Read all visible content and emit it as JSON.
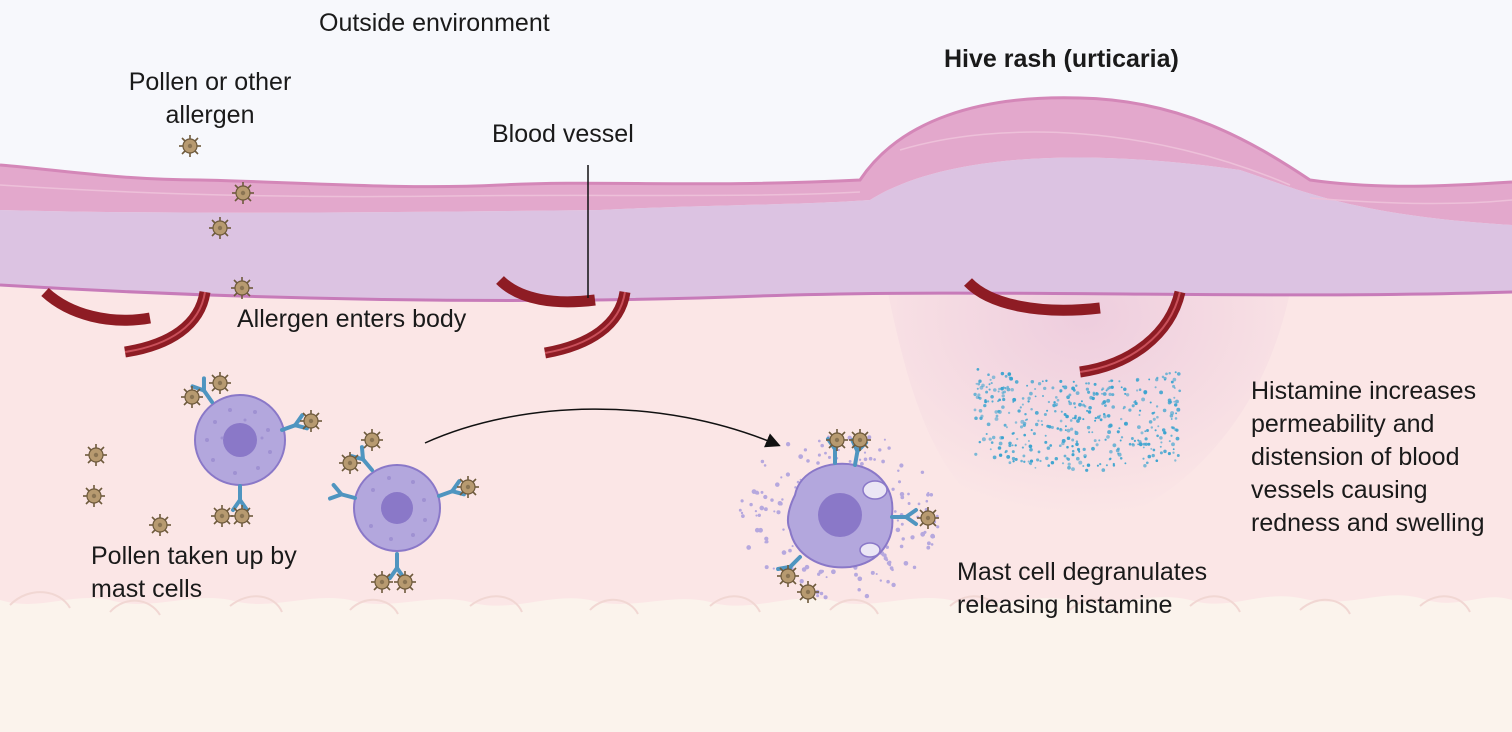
{
  "labels": {
    "outside_environment": "Outside environment",
    "pollen_allergen": [
      "Pollen or other",
      "allergen"
    ],
    "blood_vessel": "Blood vessel",
    "hive_rash": "Hive rash (urticaria)",
    "allergen_enters": "Allergen enters body",
    "pollen_taken_up": [
      "Pollen taken up by",
      "mast cells"
    ],
    "mast_cell_degranulates": [
      "Mast cell degranulates",
      "releasing histamine"
    ],
    "histamine_effect": [
      "Histamine increases",
      "permeability and",
      "distension of blood",
      "vessels causing",
      "redness and swelling"
    ]
  },
  "colors": {
    "outside": "#f7f8fc",
    "epidermis": "#e3a8cc",
    "dermis": "#dcc3e2",
    "tissue": "#fbe6e6",
    "fat": "#fbf3ec",
    "vessel": "#8e1c24",
    "mast_cell": "#b3a7dd",
    "nucleus": "#8a78c8",
    "pollen": "#b79a70",
    "antibody": "#4f95c0",
    "histamine": "#3aa3cf"
  }
}
